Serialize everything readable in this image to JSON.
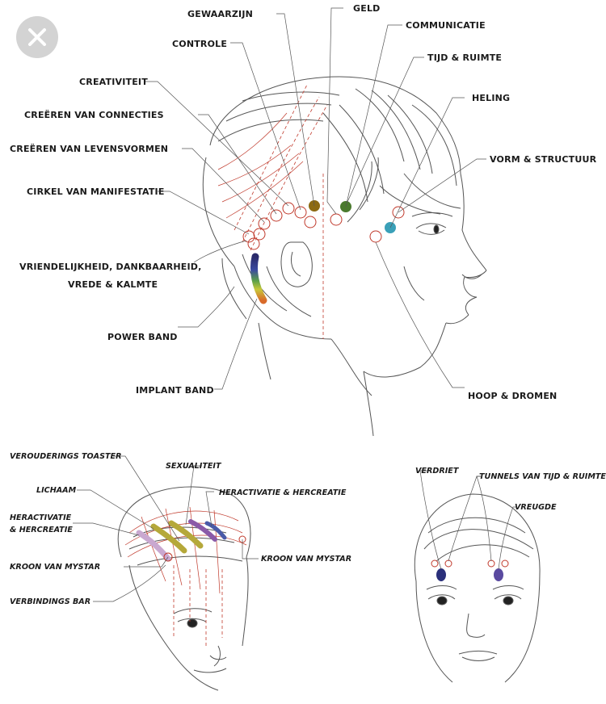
{
  "close": {
    "icon": "close-icon"
  },
  "main": {
    "labels": {
      "geld": "GELD",
      "gewaarzijn": "GEWAARZIJN",
      "communicatie": "COMMUNICATIE",
      "controle": "CONTROLE",
      "tijd_ruimte": "TIJD & RUIMTE",
      "creativiteit": "CREATIVITEIT",
      "heling": "HELING",
      "creeren_connecties": "CREËREN VAN CONNECTIES",
      "creeren_levensvormen": "CREËREN VAN LEVENSVORMEN",
      "vorm_structuur": "VORM & STRUCTUUR",
      "cirkel_manifestatie": "CIRKEL VAN MANIFESTATIE",
      "vriendelijkheid_1": "VRIENDELIJKHEID, DANKBAARHEID,",
      "vriendelijkheid_2": "VREDE & KALMTE",
      "power_band": "POWER BAND",
      "implant_band": "IMPLANT BAND",
      "hoop_dromen": "HOOP & DROMEN"
    }
  },
  "crown": {
    "labels": {
      "verouderings_toaster": "VEROUDERINGS TOASTER",
      "seksualiteit": "SEXUALITEIT",
      "lichaam": "LICHAAM",
      "heractivatie_right": "HERACTIVATIE & HERCREATIE",
      "heractivatie_left_1": "HERACTIVATIE",
      "heractivatie_left_2": "& HERCREATIE",
      "kroon_left": "KROON VAN MYSTAR",
      "kroon_right": "KROON VAN MYSTAR",
      "verbindings_bar": "VERBINDINGS BAR"
    }
  },
  "face": {
    "labels": {
      "verdriet": "VERDRIET",
      "tunnels": "TUNNELS VAN TIJD & RUIMTE",
      "vreugde": "VREUGDE"
    }
  },
  "colors": {
    "sketch_line": "#555555",
    "red_line": "#c0392b",
    "gewaarzijn_dot": "#8c6a12",
    "communicatie_dot": "#4a7a2e",
    "heling_dot": "#3aa0b8",
    "verdriet_dot": "#2a2f7a",
    "vreugde_dot": "#5a4aa0",
    "band_gold": "#b5a83a",
    "band_purple": "#8a5aa8",
    "band_blue": "#4a5aa8"
  }
}
